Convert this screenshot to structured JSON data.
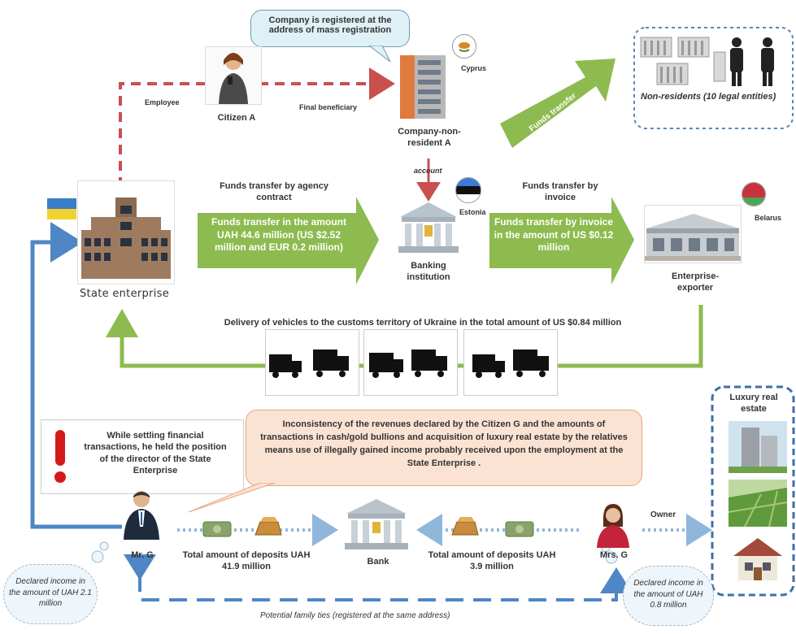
{
  "bubble_top": "Company is registered at the address of mass registration",
  "labels": {
    "employee": "Employee",
    "final_beneficiary": "Final beneficiary",
    "citizen_a": "Citizen A",
    "cyprus": "Cyprus",
    "company_non_resident": "Company-non-resident A",
    "account": "account",
    "estonia": "Estonia",
    "banking_institution": "Banking institution",
    "belarus": "Belarus",
    "enterprise_exporter": "Enterprise-exporter",
    "state_enterprise": "State enterprise",
    "non_residents": "Non-residents (10 legal entities)",
    "funds_transfer": "Funds transfer",
    "transfer_agency_caption": "Funds transfer by agency contract",
    "transfer_agency_arrow": "Funds transfer in the amount UAH 44.6 million (US $2.52 million and EUR 0.2 million)",
    "transfer_invoice_caption": "Funds transfer by invoice",
    "transfer_invoice_arrow": "Funds transfer by invoice in the amount of US $0.12 million",
    "delivery": "Delivery of vehicles to the customs territory of Ukraine in the total amount of US $0.84 million",
    "warning_text": "While settling financial transactions, he held the position of the director of the State Enterprise",
    "inconsistency": "Inconsistency of the revenues declared by the Citizen G and the amounts of transactions in cash/gold bullions and acquisition of luxury real estate by the relatives means use of illegally gained income probably received upon the employment at the State Enterprise .",
    "luxury_real_estate": "Luxury real estate",
    "mr_g": "Mr. G",
    "mrs_g": "Mrs. G",
    "bank": "Bank",
    "deposits_left": "Total amount of deposits UAH 41.9 million",
    "deposits_right": "Total amount of deposits UAH 3.9 million",
    "owner": "Owner",
    "declared_left": "Declared income in the amount of UAH 2.1 million",
    "declared_right": "Declared income in the amount of UAH 0.8 million",
    "family_ties": "Potential family ties (registered at the same address)"
  },
  "colors": {
    "green_arrow": "#8dbb4f",
    "blue_arrow": "#4f86c6",
    "red_dash": "#c9504e",
    "light_blue_dash": "#8fb7d9"
  }
}
